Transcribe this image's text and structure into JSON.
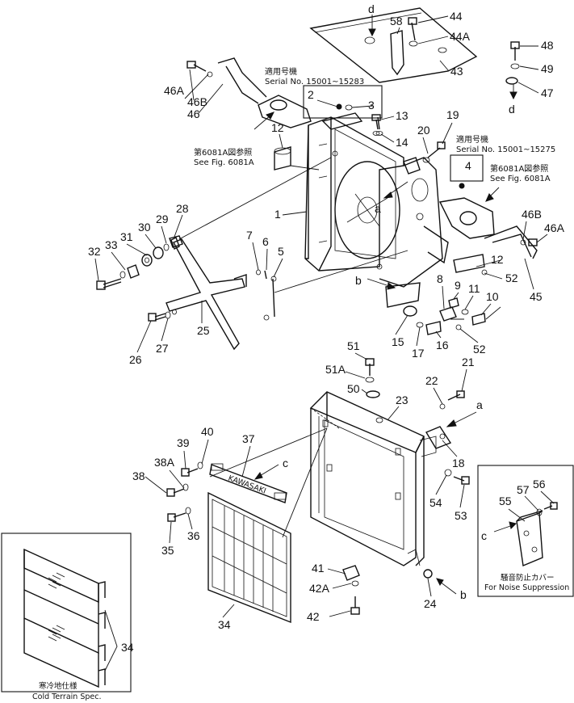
{
  "parts": [
    {
      "id": "p1",
      "label": "1"
    },
    {
      "id": "p2",
      "label": "2"
    },
    {
      "id": "p3",
      "label": "3"
    },
    {
      "id": "p4",
      "label": "4"
    },
    {
      "id": "p5",
      "label": "5"
    },
    {
      "id": "p6",
      "label": "6"
    },
    {
      "id": "p7",
      "label": "7"
    },
    {
      "id": "p8",
      "label": "8"
    },
    {
      "id": "p9",
      "label": "9"
    },
    {
      "id": "p10",
      "label": "10"
    },
    {
      "id": "p11",
      "label": "11"
    },
    {
      "id": "p12a",
      "label": "12"
    },
    {
      "id": "p12b",
      "label": "12"
    },
    {
      "id": "p13",
      "label": "13"
    },
    {
      "id": "p14",
      "label": "14"
    },
    {
      "id": "p15",
      "label": "15"
    },
    {
      "id": "p16",
      "label": "16"
    },
    {
      "id": "p17",
      "label": "17"
    },
    {
      "id": "p18",
      "label": "18"
    },
    {
      "id": "p19",
      "label": "19"
    },
    {
      "id": "p20",
      "label": "20"
    },
    {
      "id": "p21",
      "label": "21"
    },
    {
      "id": "p22",
      "label": "22"
    },
    {
      "id": "p23",
      "label": "23"
    },
    {
      "id": "p24",
      "label": "24"
    },
    {
      "id": "p25",
      "label": "25"
    },
    {
      "id": "p26",
      "label": "26"
    },
    {
      "id": "p27",
      "label": "27"
    },
    {
      "id": "p28",
      "label": "28"
    },
    {
      "id": "p29",
      "label": "29"
    },
    {
      "id": "p30",
      "label": "30"
    },
    {
      "id": "p31",
      "label": "31"
    },
    {
      "id": "p32",
      "label": "32"
    },
    {
      "id": "p33",
      "label": "33"
    },
    {
      "id": "p34a",
      "label": "34"
    },
    {
      "id": "p34b",
      "label": "34"
    },
    {
      "id": "p35",
      "label": "35"
    },
    {
      "id": "p36",
      "label": "36"
    },
    {
      "id": "p37",
      "label": "37"
    },
    {
      "id": "p38",
      "label": "38"
    },
    {
      "id": "p38A",
      "label": "38A"
    },
    {
      "id": "p39",
      "label": "39"
    },
    {
      "id": "p40",
      "label": "40"
    },
    {
      "id": "p41",
      "label": "41"
    },
    {
      "id": "p42",
      "label": "42"
    },
    {
      "id": "p42A",
      "label": "42A"
    },
    {
      "id": "p43",
      "label": "43"
    },
    {
      "id": "p44",
      "label": "44"
    },
    {
      "id": "p44A",
      "label": "44A"
    },
    {
      "id": "p45",
      "label": "45"
    },
    {
      "id": "p46a",
      "label": "46"
    },
    {
      "id": "p46Aa",
      "label": "46A"
    },
    {
      "id": "p46Ab",
      "label": "46A"
    },
    {
      "id": "p46Ba",
      "label": "46B"
    },
    {
      "id": "p46Bb",
      "label": "46B"
    },
    {
      "id": "p47",
      "label": "47"
    },
    {
      "id": "p48",
      "label": "48"
    },
    {
      "id": "p49",
      "label": "49"
    },
    {
      "id": "p50",
      "label": "50"
    },
    {
      "id": "p51",
      "label": "51"
    },
    {
      "id": "p51A",
      "label": "51A"
    },
    {
      "id": "p52a",
      "label": "52"
    },
    {
      "id": "p52b",
      "label": "52"
    },
    {
      "id": "p53",
      "label": "53"
    },
    {
      "id": "p54",
      "label": "54"
    },
    {
      "id": "p55",
      "label": "55"
    },
    {
      "id": "p56",
      "label": "56"
    },
    {
      "id": "p57",
      "label": "57"
    },
    {
      "id": "p58",
      "label": "58"
    }
  ],
  "refs": {
    "a1": "a",
    "a2": "a",
    "b1": "b",
    "b2": "b",
    "c1": "c",
    "c2": "c",
    "d1": "d",
    "d2": "d"
  },
  "notes": {
    "serial_left_jp": "適用号機",
    "serial_left": "Serial No. 15001~15283",
    "fig_left_jp": "第6081A図参照",
    "fig_left": "See Fig. 6081A",
    "serial_right_jp": "適用号機",
    "serial_right": "Serial No. 15001~15275",
    "fig_right_jp": "第6081A図参照",
    "fig_right": "See Fig. 6081A",
    "noise_jp": "騒音防止カバー",
    "noise": "For Noise Suppression",
    "cold_jp": "寒冷地仕様",
    "cold": "Cold Terrain Spec."
  },
  "grille_text": "KAWASAKI"
}
